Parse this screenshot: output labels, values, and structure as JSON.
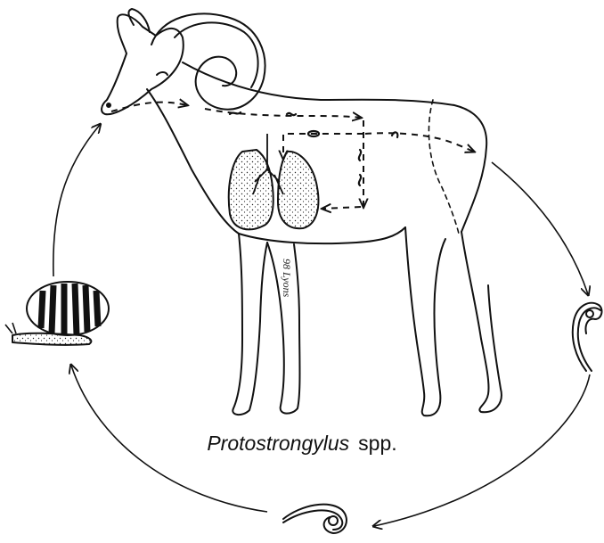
{
  "caption": {
    "genus": "Protostrongylus",
    "species": "spp."
  },
  "signature_text": "98 Lyons",
  "colors": {
    "ink": "#111111",
    "background": "#ffffff"
  },
  "stages": [
    {
      "icon": "ram-icon",
      "label": ""
    },
    {
      "icon": "larva-icon",
      "label": ""
    },
    {
      "icon": "larva-icon",
      "label": ""
    },
    {
      "icon": "snail-icon",
      "label": ""
    }
  ]
}
